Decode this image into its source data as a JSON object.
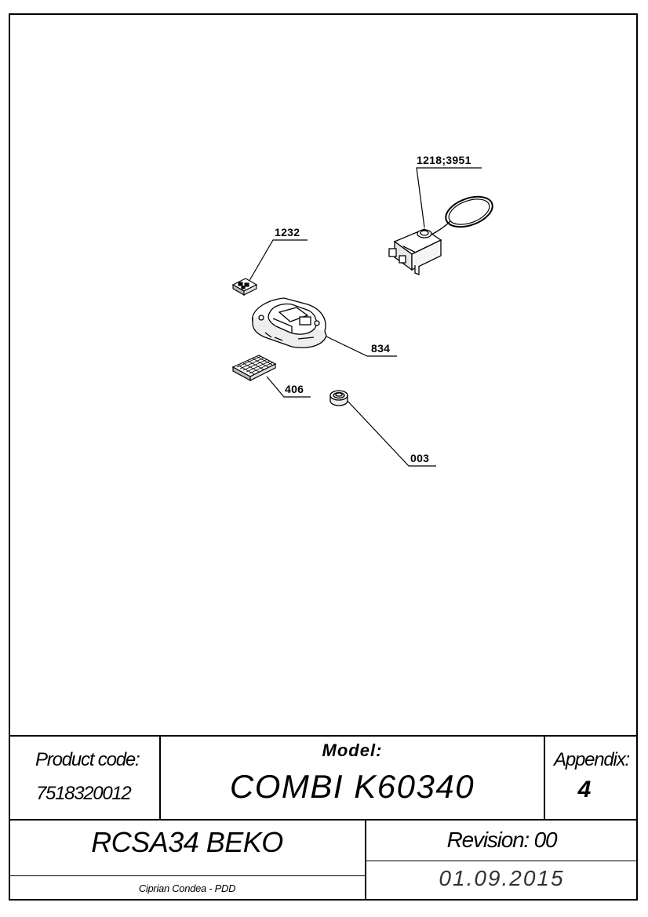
{
  "callouts": {
    "c1": "1218;3951",
    "c2": "1232",
    "c3": "834",
    "c4": "406",
    "c5": "003"
  },
  "title_block": {
    "product_code_label": "Product code:",
    "product_code": "7518320012",
    "model_label": "Model:",
    "model": "COMBI K60340",
    "appendix_label": "Appendix:",
    "appendix": "4",
    "name": "RCSA34 BEKO",
    "revision": "Revision: 00",
    "author": "Ciprian Condea - PDD",
    "date": "01.09.2015"
  }
}
